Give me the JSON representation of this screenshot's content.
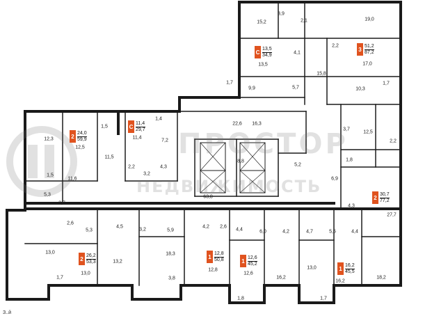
{
  "plan": {
    "wall_color": "#1a1a1a",
    "accent_color": "#e0531f",
    "room_areas": [
      "15,2",
      "3,9",
      "2,1",
      "19,0",
      "4,1",
      "13,5",
      "2,2",
      "17,0",
      "15,8",
      "1,7",
      "9,9",
      "5,7",
      "10,3",
      "1,7",
      "1,5",
      "12,3",
      "12,5",
      "11,5",
      "1,4",
      "7,2",
      "11,4",
      "22,6",
      "16,3",
      "3,7",
      "12,5",
      "2,2",
      "5,2",
      "1,8",
      "8,8",
      "1,5",
      "11,6",
      "5,3",
      "3,7",
      "2,2",
      "3,2",
      "4,3",
      "6,9",
      "63,8",
      "4,3",
      "27,7",
      "2,6",
      "5,3",
      "4,5",
      "3,2",
      "5,9",
      "4,2",
      "2,6",
      "4,4",
      "6,0",
      "4,2",
      "4,7",
      "5,5",
      "4,4",
      "13,0",
      "13,2",
      "18,3",
      "12,8",
      "13,0",
      "16,2",
      "18,2",
      "13,0",
      "1,7",
      "3,8",
      "12,6",
      "16,2",
      "1,8",
      "1,7"
    ],
    "apartments": [
      {
        "type": "C",
        "living": "13,5",
        "total": "34,9"
      },
      {
        "type": "3",
        "living": "51,2",
        "total": "87,2"
      },
      {
        "type": "2",
        "living": "24,0",
        "total": "59,9"
      },
      {
        "type": "C",
        "living": "11,4",
        "total": "29,7"
      },
      {
        "type": "2",
        "living": "30,7",
        "total": "77,2"
      },
      {
        "type": "2",
        "living": "26,2",
        "total": "53,3"
      },
      {
        "type": "1",
        "living": "12,8",
        "total": "50,8"
      },
      {
        "type": "1",
        "living": "12,6",
        "total": "45,2"
      },
      {
        "type": "1",
        "living": "16,2",
        "total": "45,5"
      }
    ],
    "watermark": {
      "line1": "ПРОСТОР",
      "line2": "НЕДВИЖИМОСТЬ"
    },
    "footer_text": "З..й"
  }
}
